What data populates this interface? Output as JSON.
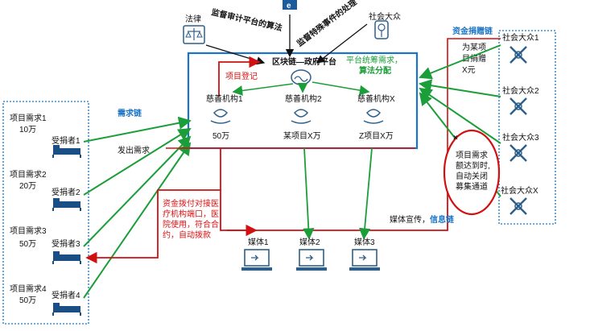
{
  "center": {
    "title": "区块链—政府平台",
    "charity1": "慈善机构1",
    "charity2": "慈善机构2",
    "charityX": "慈善机构X",
    "amount1": "50万",
    "amount2": "某项目X万",
    "amountX": "Z项目X万",
    "project_register": "项目登记",
    "platform_line1": "平台统筹需求，",
    "platform_line2": "算法分配"
  },
  "top": {
    "law": "法律",
    "audit_algo": "监督审计平台的算法",
    "supervise": "监督特殊事件的处理",
    "public": "社会大众"
  },
  "left": {
    "demand_chain": "需求链",
    "issue_demand": "发出需求",
    "groups": [
      {
        "project": "项目需求1",
        "amount": "10万",
        "recipient": "受捐者1"
      },
      {
        "project": "项目需求2",
        "amount": "20万",
        "recipient": "受捐者2"
      },
      {
        "project": "项目需求3",
        "amount": "50万",
        "recipient": "受捐者3"
      },
      {
        "project": "项目需求4",
        "amount": "50万",
        "recipient": "受捐者4"
      }
    ]
  },
  "funds_note": [
    "资金拨付对接医",
    "疗机构端口，医",
    "院使用，符合合",
    "约，自动拨款"
  ],
  "media": {
    "label_prefix": "媒体宣传，",
    "info_chain": "信息链",
    "items": [
      "媒体1",
      "媒体2",
      "媒体3"
    ]
  },
  "right": {
    "donation_chain": "资金捐赠链",
    "public": [
      "社会大众1",
      "社会大众2",
      "社会大众3",
      "社会大众X"
    ],
    "donate_note": [
      "为某项",
      "目捐赠",
      "X元"
    ],
    "auto_close": [
      "项目需求",
      "额达到时,",
      "自动关闭",
      "募集通道"
    ],
    "cross": "×"
  },
  "colors": {
    "blue": "#1a73c7",
    "green": "#1b9e3a",
    "red": "#d11111",
    "dotted": "#3b8fd6"
  }
}
